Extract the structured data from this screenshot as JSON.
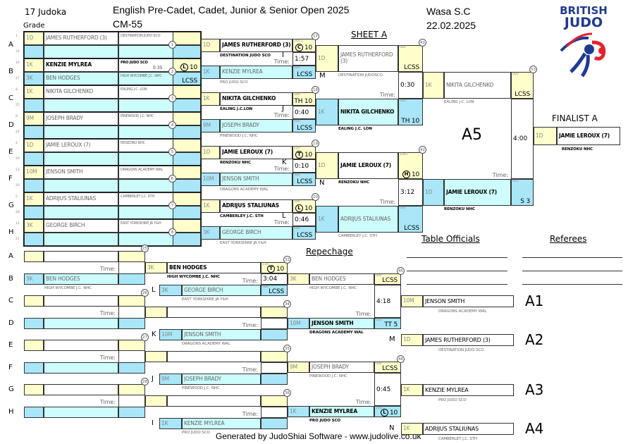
{
  "header": {
    "judoka_count": "17 Judoka",
    "title": "English Pre-Cadet, Cadet, Junior & Senior Open 2025",
    "category": "CM-55",
    "venue": "Wasa S.C",
    "date": "22.02.2025",
    "grade_label": "Grade",
    "logo_text_1": "BRITISH",
    "logo_text_2": "JUDO"
  },
  "colors": {
    "yellow": "#ffffcc",
    "light_cyan": "#ccfcfc",
    "blue": "#a8e6f8",
    "logo_blue": "#1f3a93",
    "logo_red": "#e8202a"
  },
  "time_label": "Time:",
  "sheet_title": "SHEET A",
  "pool_label": "A5",
  "pools": [
    {
      "letter": "A",
      "seeds": [
        "1",
        "32"
      ],
      "match_no": "1",
      "white": {
        "grade": "1D",
        "name": "JAMES RUTHERFORD (3)",
        "club": "DESTINATION JUDO SCO"
      },
      "blue": {}
    },
    {
      "letter": "B",
      "seeds": [
        "16",
        "17"
      ],
      "match_no": "2",
      "time": "0:35",
      "white": {
        "grade": "1K",
        "name": "KENZIE MYLREA",
        "club": "PRO JUDO SCO",
        "icon": "L",
        "score": "10",
        "winner": true
      },
      "blue": {
        "grade": "3K",
        "name": "BEN HODGES",
        "club": "HIGH WYCOMBE J.C. NHC",
        "score": "LCSS"
      }
    },
    {
      "letter": "C",
      "seeds": [
        "8",
        "25"
      ],
      "match_no": "3",
      "white": {
        "grade": "1K",
        "name": "NIKITA GILCHENKO",
        "club": "EALING J.C. LON"
      },
      "blue": {}
    },
    {
      "letter": "D",
      "seeds": [
        "9",
        "24"
      ],
      "match_no": "4",
      "white": {
        "grade": "9M",
        "name": "JOSEPH BRADY",
        "club": "PINEWOOD J.C. NHC"
      },
      "blue": {}
    },
    {
      "letter": "E",
      "seeds": [
        "4",
        "29"
      ],
      "match_no": "5",
      "white": {
        "grade": "1D",
        "name": "JAMIE LEROUX (7)",
        "club": "RENZOKU NHC"
      },
      "blue": {}
    },
    {
      "letter": "F",
      "seeds": [
        "13",
        "20"
      ],
      "match_no": "6",
      "white": {
        "grade": "10M",
        "name": "JENSON SMITH",
        "club": "DRAGONS ACADEMY WAL"
      },
      "blue": {}
    },
    {
      "letter": "G",
      "seeds": [
        "5",
        "28"
      ],
      "match_no": "7",
      "white": {
        "grade": "1K",
        "name": "ADRIJUS STALIUNAS",
        "club": "CAMBERLEY J.C. STH"
      },
      "blue": {}
    },
    {
      "letter": "H",
      "seeds": [
        "12",
        "21"
      ],
      "match_no": "8",
      "white": {
        "grade": "3K",
        "name": "GEORGE BIRCH",
        "club": "EAST YORKSHIRE JA Y&H"
      },
      "blue": {}
    }
  ],
  "main_matches": [
    {
      "match_no": "17",
      "label": "I",
      "time": "1:57",
      "white": {
        "grade": "1D",
        "name": "JAMES RUTHERFORD (3)",
        "club": "DESTINATION JUDO SCO",
        "icon": "C",
        "score": "10",
        "code": "100:1",
        "winner": true
      },
      "blue": {
        "grade": "1K",
        "name": "KENZIE MYLREA",
        "club": "PRO JUDO SCO",
        "score": "LCSS",
        "code": "000"
      }
    },
    {
      "match_no": "18",
      "label": "J",
      "time": "0:40",
      "white": {
        "grade": "1K",
        "name": "NIKITA GILCHENKO",
        "club": "EALING J.C.LON",
        "score": "TH 10",
        "code": "100",
        "winner": true
      },
      "blue": {
        "grade": "9M",
        "name": "JOSEPH BRADY",
        "club": "PINEWOOD J.C. NHC",
        "score": "LCSS",
        "code": "000"
      }
    },
    {
      "match_no": "19",
      "label": "K",
      "time": "0:10",
      "white": {
        "grade": "1D",
        "name": "JAMIE LEROUX (7)",
        "club": "RENZOKU NHC",
        "icon": "T",
        "score": "10",
        "code": "100",
        "winner": true
      },
      "blue": {
        "grade": "10M",
        "name": "JENSON SMITH",
        "club": "DRAGONS ACADEMY WAL",
        "score": "LCSS",
        "code": "000"
      }
    },
    {
      "match_no": "20",
      "label": "L",
      "time": "0:46",
      "white": {
        "grade": "1K",
        "name": "ADRIJUS STALIUNAS",
        "club": "CAMBERLEY J.C. STH",
        "icon": "L",
        "score": "10",
        "code": "100",
        "winner": true
      },
      "blue": {
        "grade": "3K",
        "name": "GEORGE BIRCH",
        "club": "EAST YORKSHIRE JA Y&H",
        "score": "LCSS",
        "code": "000"
      }
    },
    {
      "match_no": "41",
      "label": "M",
      "time": "0:30",
      "white": {
        "grade": "1D",
        "name": "JAMES RUTHERFORD (3)",
        "club": "DESTINATION JUDOSCO",
        "score": "LCSS",
        "code": "000"
      },
      "blue": {
        "grade": "1K",
        "name": "NIKITA GILCHENKO",
        "club": "EALING J.C. LON",
        "score": "TH 10",
        "code": "100",
        "winner": true
      }
    },
    {
      "match_no": "42",
      "label": "N",
      "time": "3:12",
      "white": {
        "grade": "1D",
        "name": "JAMIE LEROUX (7)",
        "club": "RENZOKU NHC",
        "icon": "H",
        "score": "10",
        "code": "10d1",
        "winner": true
      },
      "blue": {
        "grade": "1K",
        "name": "ADRIJUS STALIUNAS",
        "club": "CAMBERLEY J.C. STH",
        "score": "LCSS",
        "code": "000"
      }
    },
    {
      "match_no": "53",
      "time": "4:00",
      "white": {
        "grade": "1K",
        "name": "NIKITA GILCHENKO",
        "club": "EALING J.C. LON",
        "score": "LCSS",
        "code": "000"
      },
      "blue": {
        "grade": "1D",
        "name": "JAMIE LEROUX (7)",
        "club": "RENZOKU NHC",
        "score": "S 3",
        "code": "001",
        "winner": true
      }
    }
  ],
  "final": {
    "title": "FINALIST A",
    "grade": "1D",
    "name": "JAMIE LEROUX (7)",
    "club": "RENZOKU NHC"
  },
  "repechage": {
    "title": "Repechage",
    "first_round": [
      {
        "match_no": "25",
        "white": {
          "letter": "A"
        },
        "blue": {
          "letter": "B",
          "grade": "3K",
          "name": "BEN HODGES",
          "club": "HIGH WYCOMBE J.C. NHC"
        }
      },
      {
        "match_no": "26",
        "white": {
          "letter": "C"
        },
        "blue": {
          "letter": "D"
        }
      },
      {
        "match_no": "27",
        "white": {
          "letter": "E"
        },
        "blue": {
          "letter": "F"
        }
      },
      {
        "match_no": "28",
        "white": {
          "letter": "G"
        },
        "blue": {
          "letter": "H"
        }
      }
    ],
    "second_round": [
      {
        "match_no": "33",
        "label": "L",
        "time": "3:04",
        "white": {
          "grade": "3K",
          "name": "BEN HODGES",
          "club": "HIGH WYCOMBE J.C. NHC",
          "icon": "T",
          "score": "10",
          "code": "110",
          "winner": true
        },
        "blue": {
          "grade": "3K",
          "name": "GEORGE BIRCH",
          "club": "EAST YORKSHIRE JA Y&H",
          "score": "LCSS",
          "code": "000"
        }
      },
      {
        "match_no": "34",
        "label": "K",
        "white": {},
        "blue": {
          "grade": "10M",
          "name": "JENSON SMITH",
          "club": "DRAGONS ACADEMY WAL"
        }
      },
      {
        "match_no": "35",
        "label": "J",
        "white": {},
        "blue": {
          "grade": "9M",
          "name": "JOSEPH BRADY",
          "club": "PINEWOOD J.C. NHC"
        }
      },
      {
        "match_no": "36",
        "label": "I",
        "white": {},
        "blue": {
          "grade": "1K",
          "name": "KENZIE MYLREA",
          "club": "PRO JUDO SCO"
        }
      }
    ],
    "third_round": [
      {
        "match_no": "45",
        "time": "4:18",
        "white": {
          "grade": "3K",
          "name": "BEN HODGES",
          "club": "HIGH WYCOMBE J.C. NHC",
          "score": "LCSS",
          "code": "000"
        },
        "blue": {
          "grade": "10M",
          "name": "JENSON SMITH",
          "club": "DRAGONS ACADEMY WAL",
          "score": "TT 5",
          "code": "010",
          "winner": true
        }
      },
      {
        "match_no": "46",
        "time": "0:45",
        "white": {
          "grade": "9M",
          "name": "JOSEPH BRADY",
          "club": "PINEWOOD J.C. NHC",
          "score": "LCSS",
          "code": "000"
        },
        "blue": {
          "grade": "1K",
          "name": "KENZIE MYLREA",
          "club": "PRO JUDO SCO",
          "icon": "L",
          "score": "10",
          "code": "100",
          "winner": true
        }
      }
    ],
    "results": [
      {
        "place": "A1",
        "grade": "10M",
        "name": "JENSON SMITH",
        "club": "DRAGONS ACADEMY WAL"
      },
      {
        "place": "A2",
        "label": "M",
        "grade": "1D",
        "name": "JAMES RUTHERFORD (3)",
        "club": "DESTINATION JUDO SCO"
      },
      {
        "place": "A3",
        "grade": "1K",
        "name": "KENZIE MYLREA",
        "club": "PRO JUDO SCO"
      },
      {
        "place": "A4",
        "label": "N",
        "grade": "1K",
        "name": "ADRIJUS STALIUNAS",
        "club": "CAMBERLEY J.C. STH"
      }
    ]
  },
  "officials": {
    "table_title": "Table Officials",
    "referees_title": "Referees"
  },
  "footer": "Generated by JudoShiai Software - www.judolive.co.uk"
}
